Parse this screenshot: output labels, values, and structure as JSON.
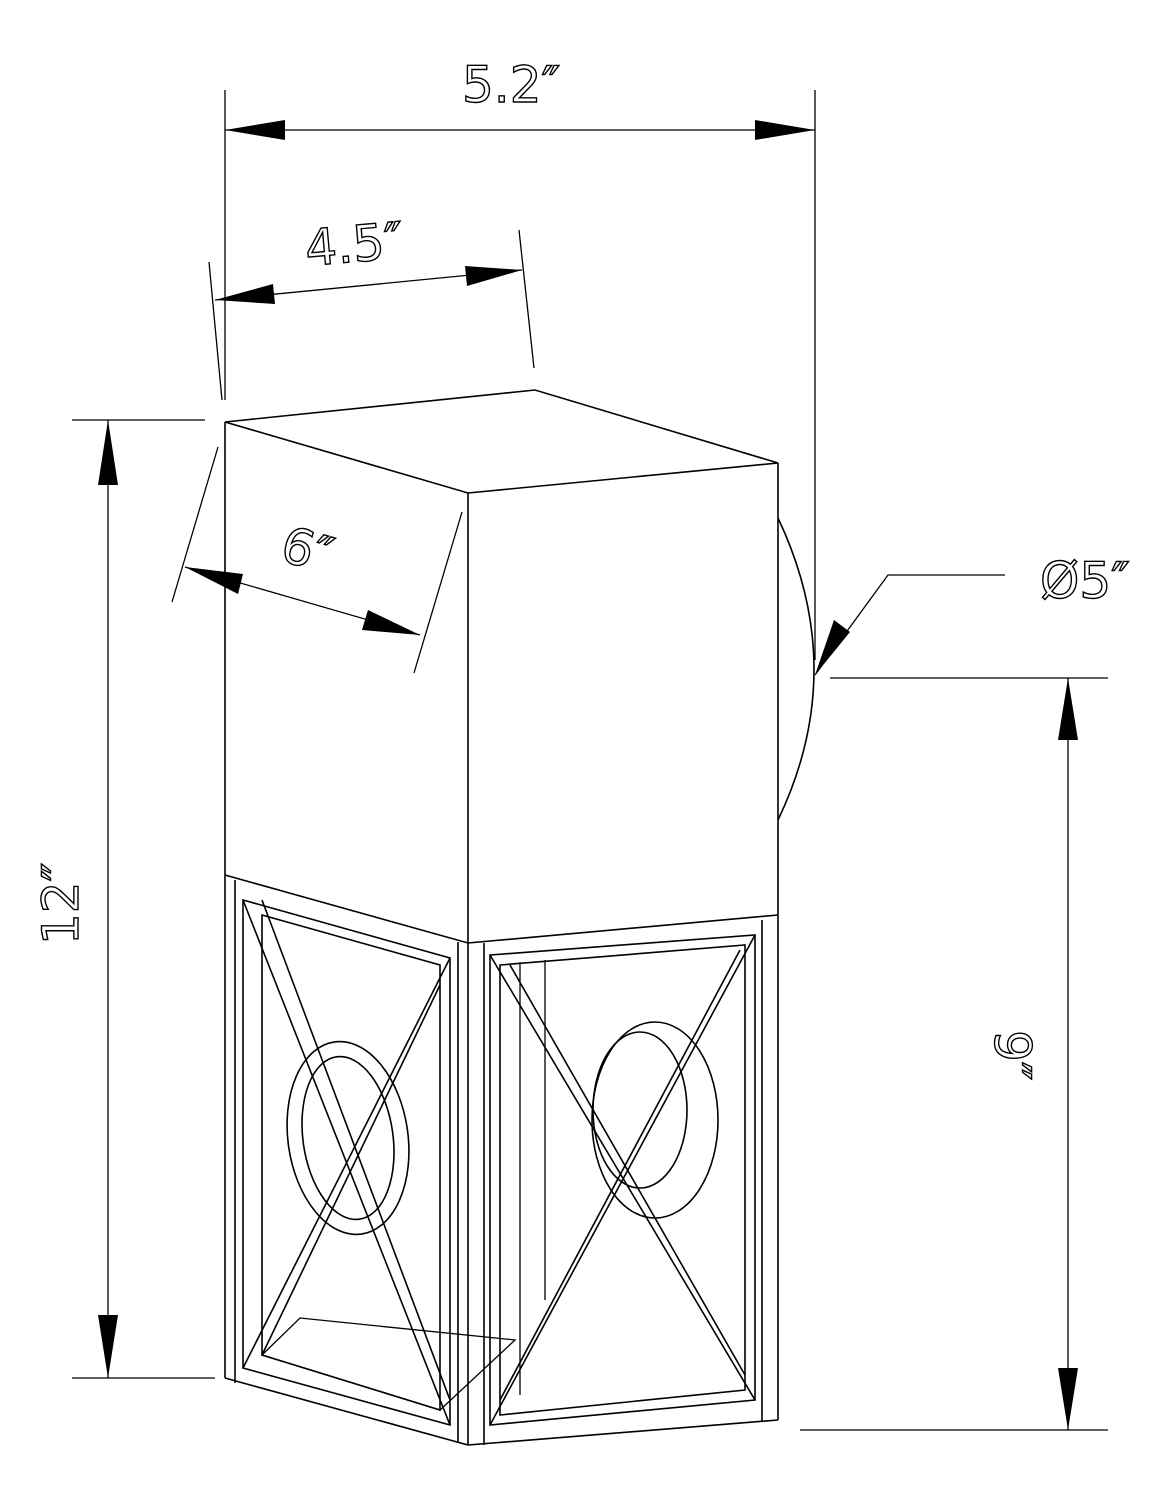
{
  "drawing": {
    "dimensions": {
      "overall_depth": "5.2″",
      "shade_width": "4.5″",
      "shade_depth": "6″",
      "overall_height": "12″",
      "backplate_diameter": "Ø5″",
      "mount_height": "9″"
    },
    "line_color": "#000000",
    "background": "#ffffff"
  }
}
